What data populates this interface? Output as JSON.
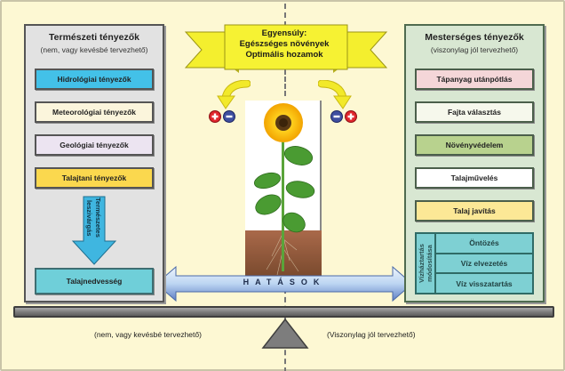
{
  "banner": {
    "line1": "Egyensúly:",
    "line2": "Egészséges növények",
    "line3": "Optimális hozamok"
  },
  "left_panel": {
    "title": "Természeti tényezők",
    "subtitle": "(nem, vagy kevésbé tervezhető)",
    "boxes": [
      {
        "label": "Hidrológiai tényezők",
        "color": "#43c1e8"
      },
      {
        "label": "Meteorológiai tényezők",
        "color": "#fbf5dc"
      },
      {
        "label": "Geológiai tényezők",
        "color": "#ece4f1"
      },
      {
        "label": "Talajtani tényezők",
        "color": "#fbd84e"
      }
    ],
    "down_arrow_label_1": "Természetes",
    "down_arrow_label_2": "leszivárgás",
    "bottom_box": {
      "label": "Talajnedvesség",
      "color": "#6fcfd9"
    }
  },
  "right_panel": {
    "title": "Mesterséges tényezők",
    "subtitle": "(viszonylag jól tervezhető)",
    "boxes": [
      {
        "label": "Tápanyag utánpótlás",
        "color": "#f4d6d8"
      },
      {
        "label": "Fajta választás",
        "color": "#f6f8ec"
      },
      {
        "label": "Növényvédelem",
        "color": "#b8d28e"
      },
      {
        "label": "Talajművelés",
        "color": "#ffffff"
      },
      {
        "label": "Talaj javítás",
        "color": "#fce896"
      }
    ],
    "water_group": {
      "side_label_1": "Vízháztartás",
      "side_label_2": "módosítása",
      "rows": [
        "Öntözés",
        "Víz elvezetés",
        "Víz visszatartás"
      ]
    }
  },
  "center": {
    "effects_label": "HATÁSOK",
    "plus_symbol": "+",
    "minus_symbol": "−"
  },
  "bottom": {
    "left_label": "(nem, vagy kevésbé tervezhető)",
    "right_label": "(Viszonylag jól tervezhető)"
  },
  "colors": {
    "background": "#fdf8d3",
    "banner_yellow": "#f4ef2e",
    "curved_arrow_yellow": "#f2e92a",
    "plus_red": "#e0262c",
    "minus_blue": "#3f4fa0",
    "hatasok_arrow": "#bcd5f2"
  }
}
